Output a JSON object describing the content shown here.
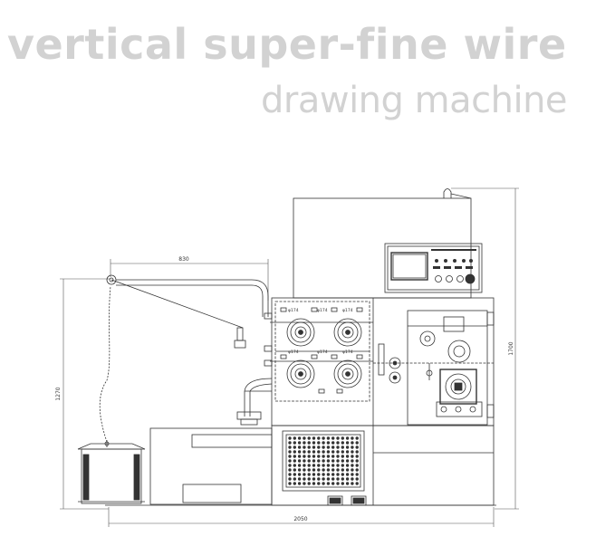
{
  "header": {
    "title_line1": "vertical super-fine wire",
    "title_line2": "drawing machine"
  },
  "dimensions": {
    "top_width": "830",
    "left_height": "1270",
    "right_height": "1700",
    "bottom_width": "2050"
  },
  "capstan_labels": [
    "φ174",
    "φ174",
    "φ174",
    "φ174",
    "φ174",
    "φ174"
  ],
  "colors": {
    "title": "#d2d2d2",
    "line": "#333333",
    "dim_line": "#555555"
  }
}
